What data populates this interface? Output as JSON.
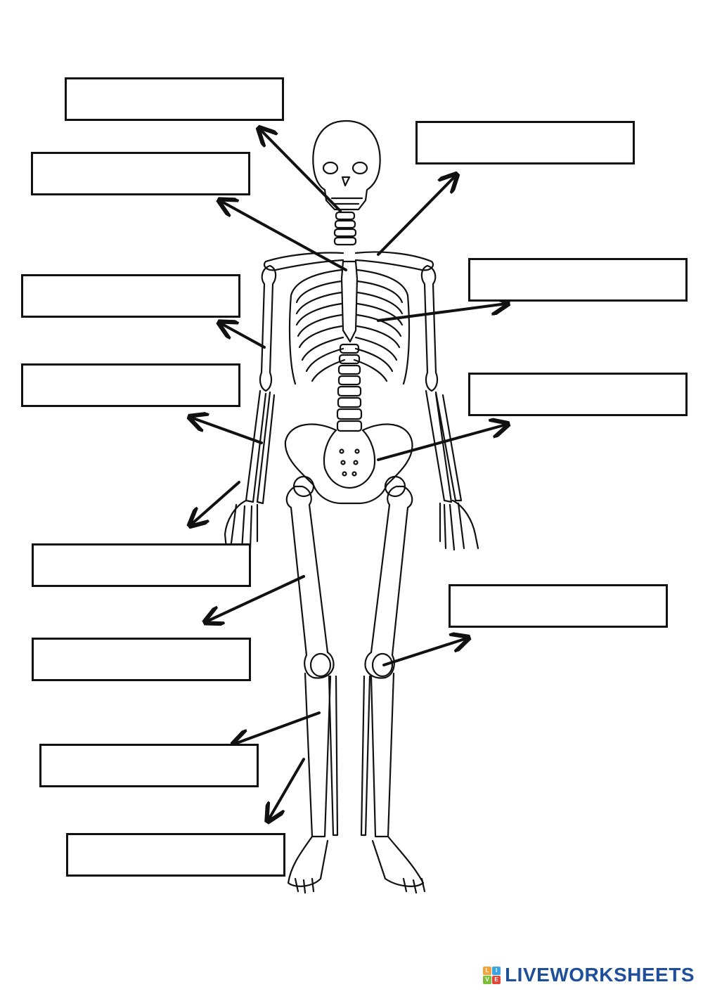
{
  "worksheet": {
    "brand": {
      "name": "LIVEWORKSHEETS",
      "logo_letters": [
        "L",
        "I",
        "V",
        "E"
      ],
      "logo_colors": [
        "#f2a33a",
        "#3aa3e0",
        "#7cbf3a",
        "#e0473a"
      ],
      "text_color": "#1f4e9b"
    },
    "label_boxes": [
      {
        "id": "box-skull",
        "value": ""
      },
      {
        "id": "box-sternum",
        "value": ""
      },
      {
        "id": "box-humerus",
        "value": ""
      },
      {
        "id": "box-radius",
        "value": ""
      },
      {
        "id": "box-carpals",
        "value": ""
      },
      {
        "id": "box-femur",
        "value": ""
      },
      {
        "id": "box-tibia",
        "value": ""
      },
      {
        "id": "box-fibula",
        "value": ""
      },
      {
        "id": "box-clavicle",
        "value": ""
      },
      {
        "id": "box-ribs",
        "value": ""
      },
      {
        "id": "box-pelvis",
        "value": ""
      },
      {
        "id": "box-patella",
        "value": ""
      }
    ]
  }
}
